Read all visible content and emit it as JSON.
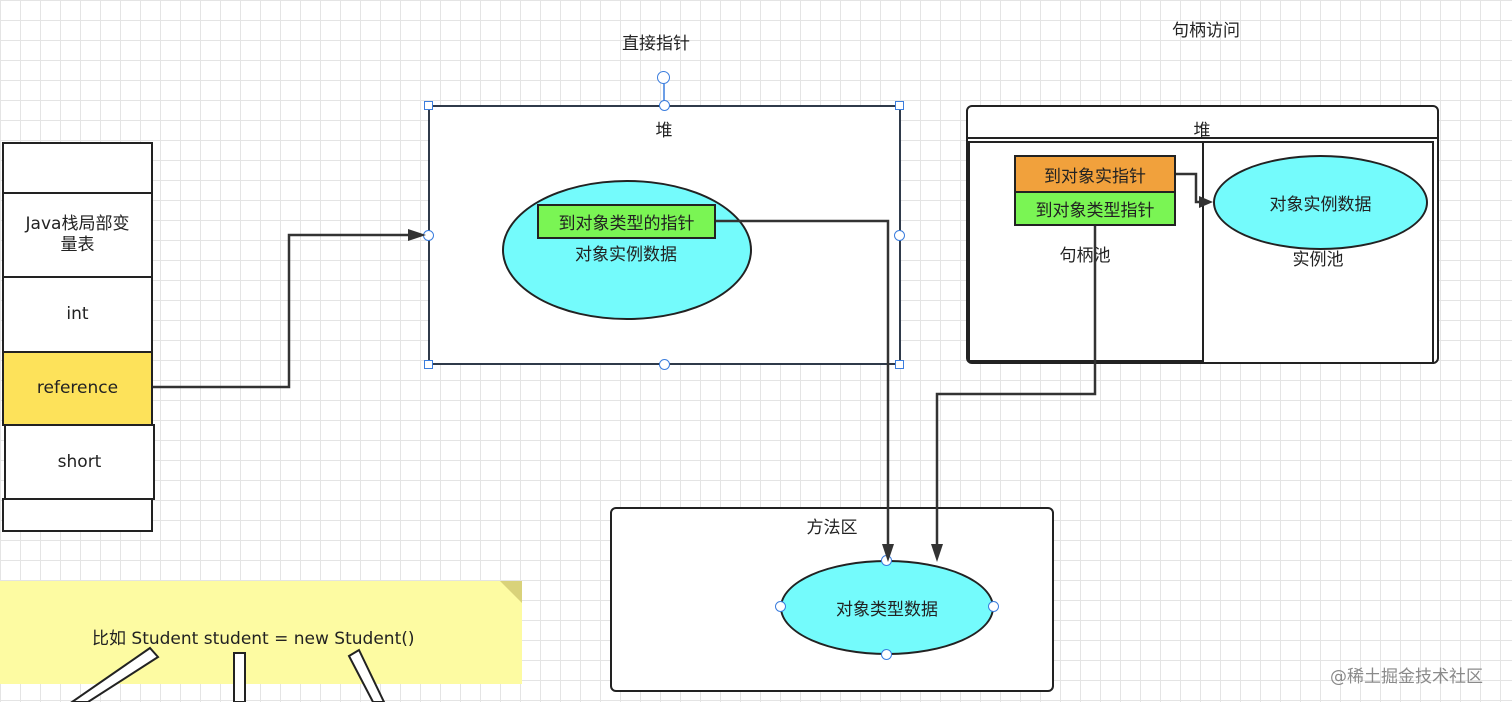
{
  "titles": {
    "direct_pointer": "直接指针",
    "handle_access": "句柄访问"
  },
  "stack": {
    "cells": [
      "",
      "Java栈局部变\n量表",
      "int",
      "reference",
      "short",
      ""
    ]
  },
  "direct_heap": {
    "title": "堆",
    "pointer_label": "到对象类型的指针",
    "instance_label": "对象实例数据"
  },
  "handle_heap": {
    "title": "堆",
    "instance_pointer": "到对象实指针",
    "type_pointer": "到对象类型指针",
    "handle_pool_label": "句柄池",
    "instance_data": "对象实例数据",
    "instance_pool_label": "实例池"
  },
  "method_area": {
    "title": "方法区",
    "type_data": "对象类型数据"
  },
  "note": {
    "text": "比如 Student  student  =  new Student()"
  },
  "watermark": "@稀土掘金技术社区",
  "colors": {
    "cyan": "#74fbfc",
    "green": "#7af554",
    "orange": "#f1a13c",
    "yellow": "#fde25a",
    "note": "#fdfba2",
    "selection": "#3b7ddd"
  }
}
